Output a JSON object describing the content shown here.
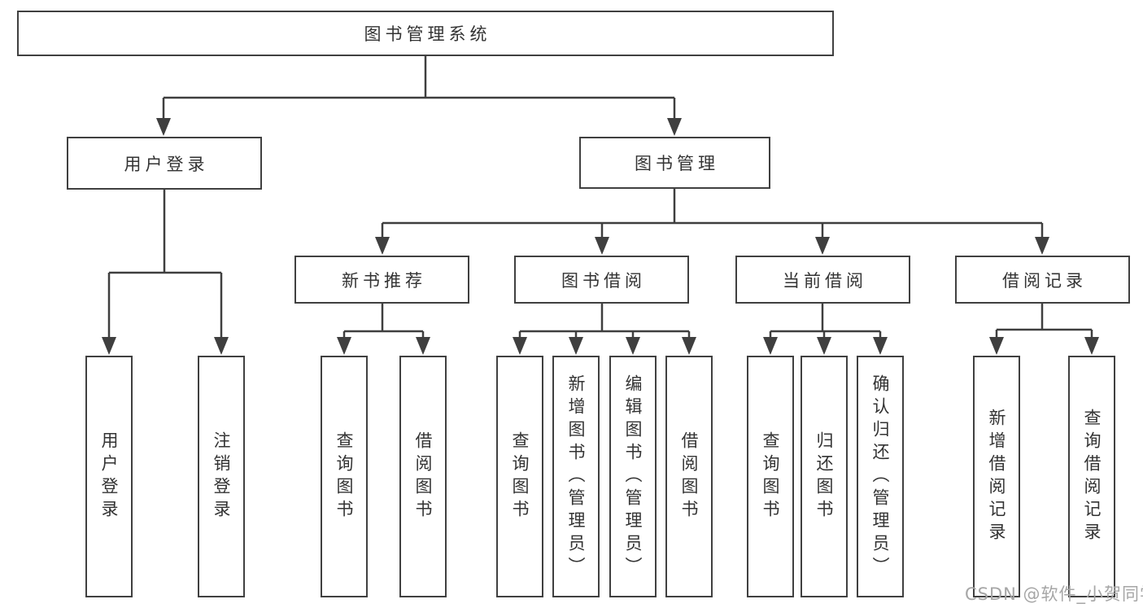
{
  "tree": {
    "label": "图书管理系统",
    "children": [
      {
        "label": "用户登录",
        "children": [
          {
            "label": "用户登录"
          },
          {
            "label": "注销登录"
          }
        ]
      },
      {
        "label": "图书管理",
        "children": [
          {
            "label": "新书推荐",
            "children": [
              {
                "label": "查询图书"
              },
              {
                "label": "借阅图书"
              }
            ]
          },
          {
            "label": "图书借阅",
            "children": [
              {
                "label": "查询图书"
              },
              {
                "label": "新增图书（管理员）"
              },
              {
                "label": "编辑图书（管理员）"
              },
              {
                "label": "借阅图书"
              }
            ]
          },
          {
            "label": "当前借阅",
            "children": [
              {
                "label": "查询图书"
              },
              {
                "label": "归还图书"
              },
              {
                "label": "确认归还（管理员）"
              }
            ]
          },
          {
            "label": "借阅记录",
            "children": [
              {
                "label": "新增借阅记录"
              },
              {
                "label": "查询借阅记录"
              }
            ]
          }
        ]
      }
    ]
  },
  "watermark": {
    "text": "CSDN @软件_小贺同学"
  },
  "colors": {
    "line": "#3f3f3f",
    "box_border": "#404040",
    "text": "#333333",
    "watermark": "#a6a6a6",
    "background": "#ffffff"
  }
}
